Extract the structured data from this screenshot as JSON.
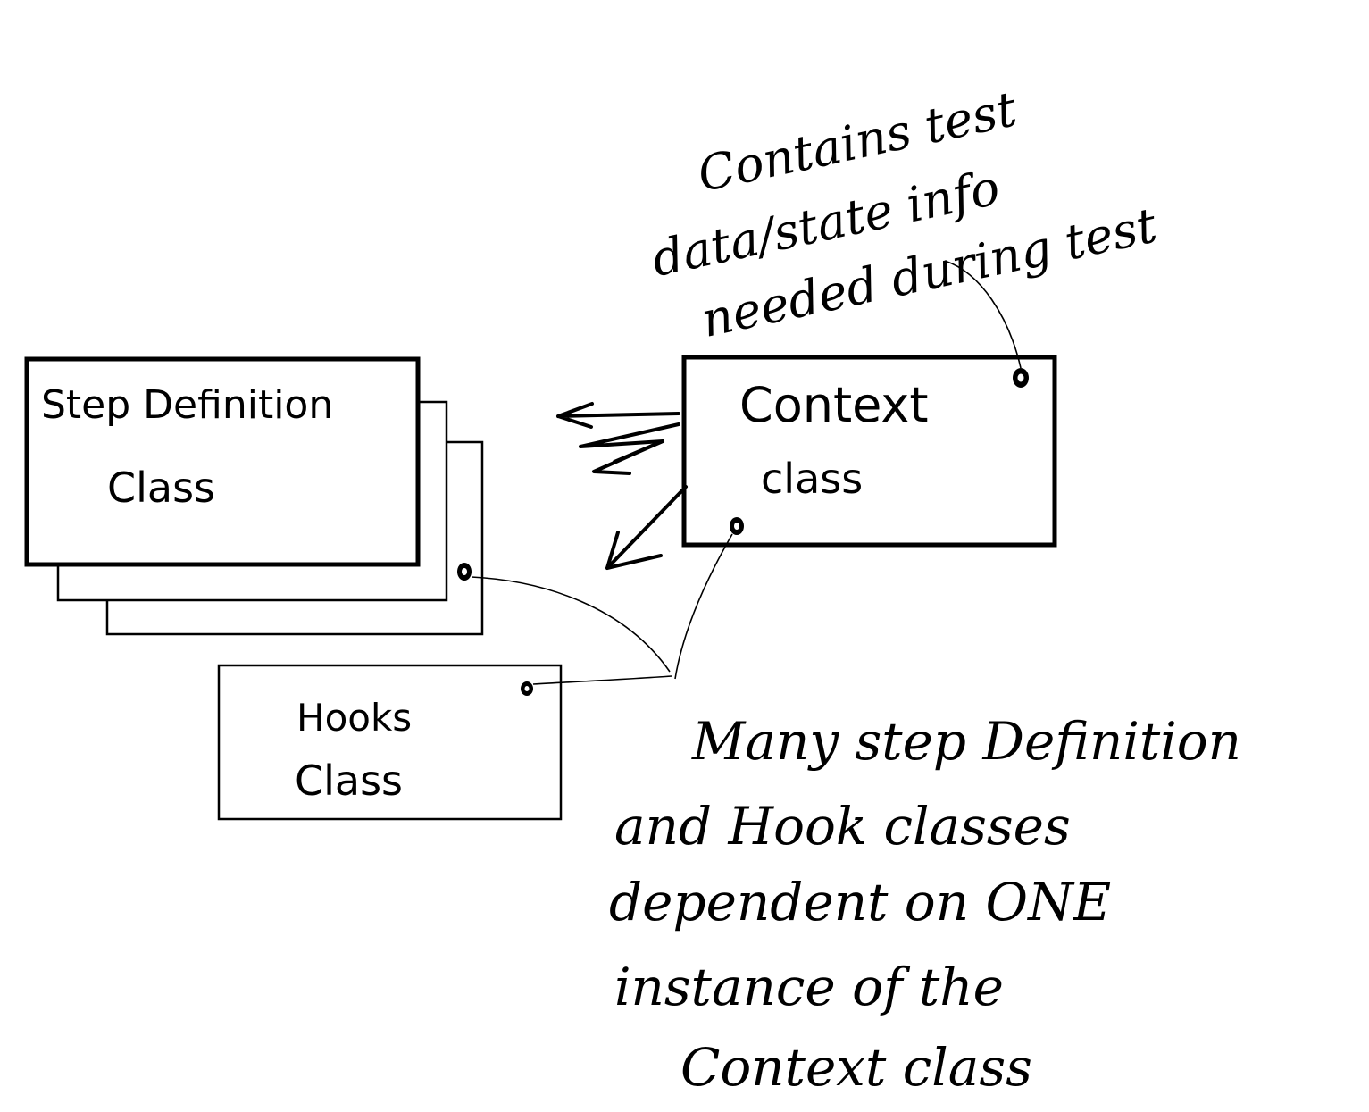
{
  "boxes": {
    "step_definition": {
      "line1": "Step Definition",
      "line2": "Class"
    },
    "context": {
      "line1": "Context",
      "line2": "class"
    },
    "hooks": {
      "line1": "Hooks",
      "line2": "Class"
    }
  },
  "annotations": {
    "context_note": {
      "line1": "Contains test",
      "line2": "data/state info",
      "line3": "needed during test"
    },
    "dependency_note": {
      "line1": "Many step Definition",
      "line2": "and Hook classes",
      "line3": "dependent on ONE",
      "line4": "instance of the",
      "line5": "Context class"
    }
  },
  "colors": {
    "ink": "#000000",
    "paper": "#ffffff"
  }
}
